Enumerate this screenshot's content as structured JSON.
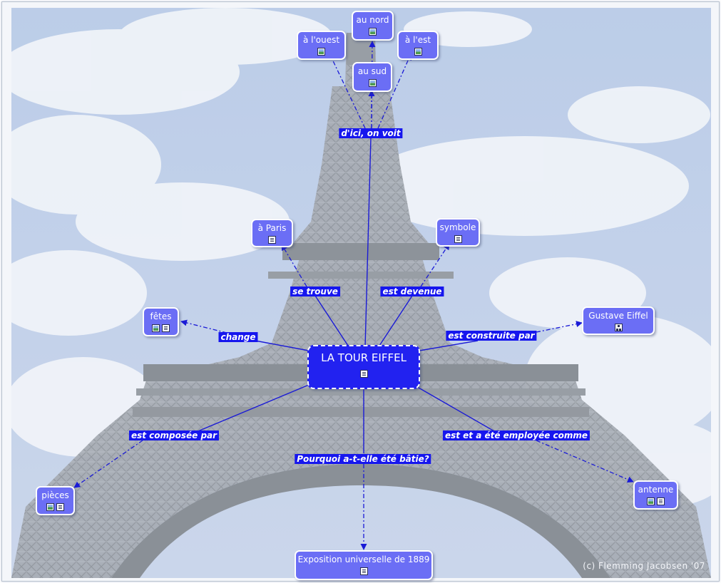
{
  "center": {
    "label": "LA TOUR EIFFEL"
  },
  "nodes": {
    "nord": {
      "label": "au nord"
    },
    "ouest": {
      "label": "à l'ouest"
    },
    "est": {
      "label": "à l'est"
    },
    "sud": {
      "label": "au sud"
    },
    "paris": {
      "label": "à Paris"
    },
    "symbole": {
      "label": "symbole"
    },
    "fetes": {
      "label": "fêtes"
    },
    "eiffel": {
      "label": "Gustave Eiffel"
    },
    "pieces": {
      "label": "pièces"
    },
    "antenne": {
      "label": "antenne"
    },
    "exposition": {
      "label": "Exposition universelle de 1889"
    }
  },
  "links": {
    "voit": "d'ici, on voit",
    "trouve": "se trouve",
    "devenue": "est devenue",
    "change": "change",
    "construite": "est construite par",
    "composee": "est composée par",
    "employee": "est et a été employée comme",
    "pourquoi": "Pourquoi a-t-elle été bâtie?"
  },
  "credit": "(c) Flemming Jacobsen '07",
  "colors": {
    "node": "#6b6ef5",
    "center": "#2222f0",
    "link_label": "#1616ee",
    "line": "#1a1ad6"
  }
}
